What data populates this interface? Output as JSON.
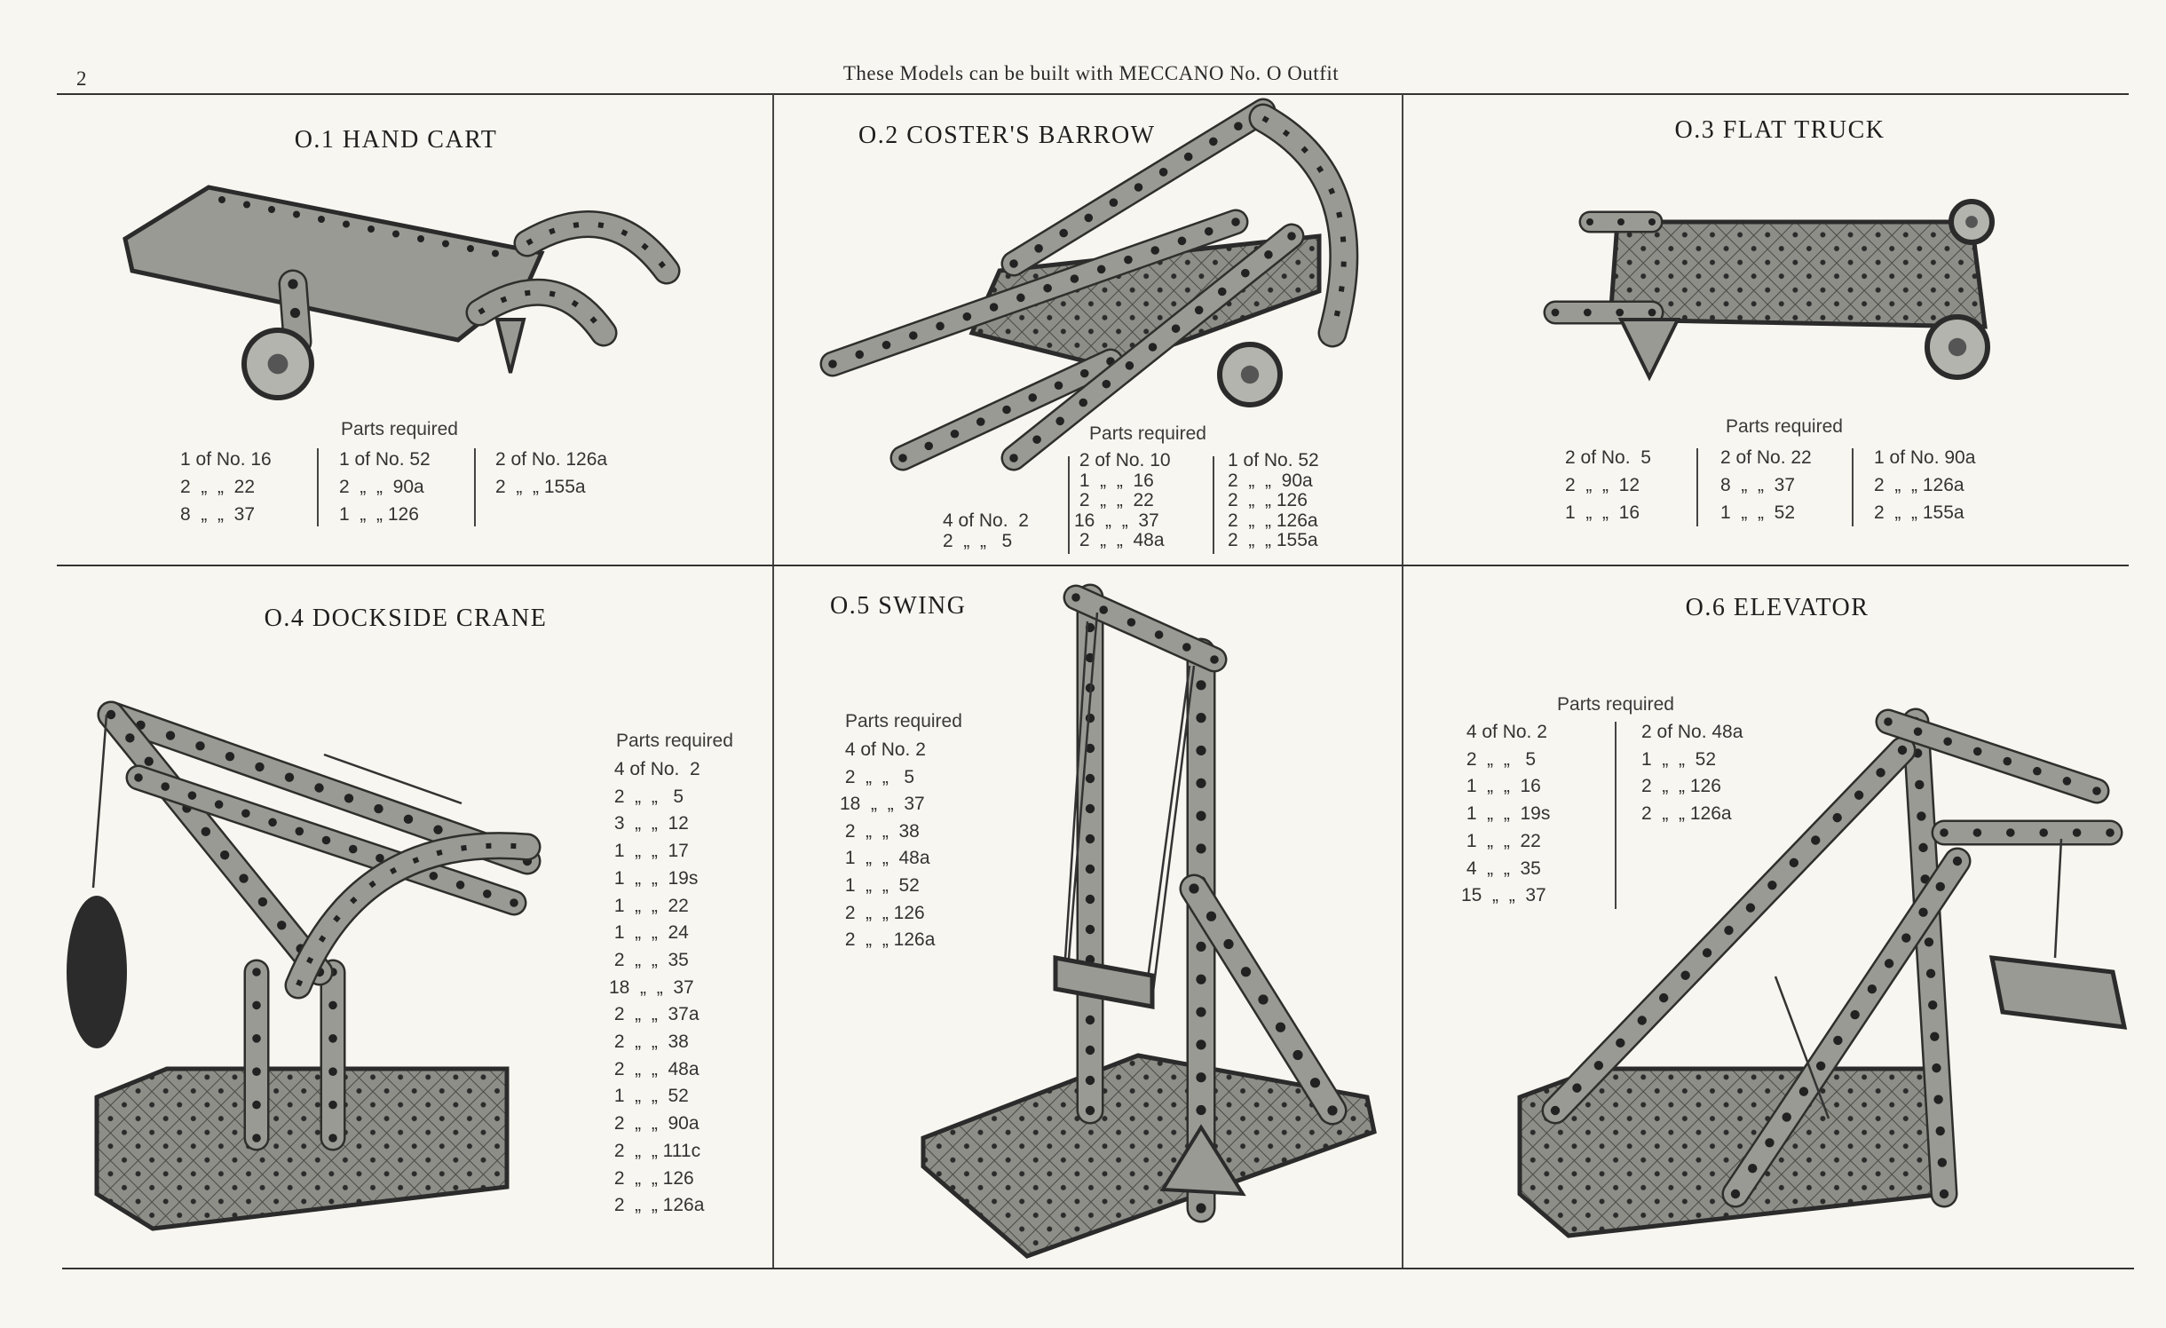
{
  "header": {
    "page_number": "2",
    "title": "These Models can be built with MECCANO No. O Outfit"
  },
  "models": [
    {
      "title": "O.1  HAND CART",
      "parts_label": "Parts required",
      "columns": [
        [
          "1 of No. 16",
          "2  „  „  22",
          "8  „  „  37"
        ],
        [
          "1 of No. 52",
          "2  „  „  90a",
          "1  „  „ 126"
        ],
        [
          "2 of No. 126a",
          "2  „  „ 155a"
        ]
      ]
    },
    {
      "title": "O.2  COSTER'S BARROW",
      "parts_label": "Parts required",
      "columns": [
        [
          "4 of No.  2",
          "2  „  „   5"
        ],
        [
          " 2 of No. 10",
          " 1  „  „  16",
          " 2  „  „  22",
          "16  „  „  37",
          " 2  „  „  48a"
        ],
        [
          "1 of No. 52",
          "2  „  „  90a",
          "2  „  „ 126",
          "2  „  „ 126a",
          "2  „  „ 155a"
        ]
      ]
    },
    {
      "title": "O.3  FLAT TRUCK",
      "parts_label": "Parts required",
      "columns": [
        [
          "2 of No.  5",
          "2  „  „  12",
          "1  „  „  16"
        ],
        [
          "2 of No. 22",
          "8  „  „  37",
          "1  „  „  52"
        ],
        [
          "1 of No. 90a",
          "2  „  „ 126a",
          "2  „  „ 155a"
        ]
      ]
    },
    {
      "title": "O.4  DOCKSIDE CRANE",
      "parts_label": "Parts required",
      "columns": [
        [
          " 4 of No.  2",
          " 2  „  „   5",
          " 3  „  „  12",
          " 1  „  „  17",
          " 1  „  „  19s",
          " 1  „  „  22",
          " 1  „  „  24",
          " 2  „  „  35",
          "18  „  „  37",
          " 2  „  „  37a",
          " 2  „  „  38",
          " 2  „  „  48a",
          " 1  „  „  52",
          " 2  „  „  90a",
          " 2  „  „ 111c",
          " 2  „  „ 126",
          " 2  „  „ 126a"
        ]
      ]
    },
    {
      "title": "O.5  SWING",
      "parts_label": "Parts required",
      "columns": [
        [
          " 4 of No. 2",
          " 2  „  „   5",
          "18  „  „  37",
          " 2  „  „  38",
          " 1  „  „  48a",
          " 1  „  „  52",
          " 2  „  „ 126",
          " 2  „  „ 126a"
        ]
      ]
    },
    {
      "title": "O.6  ELEVATOR",
      "parts_label": "Parts required",
      "columns": [
        [
          " 4 of No. 2",
          " 2  „  „   5",
          " 1  „  „  16",
          " 1  „  „  19s",
          " 1  „  „  22",
          " 4  „  „  35",
          "15  „  „  37"
        ],
        [
          "2 of No. 48a",
          "1  „  „  52",
          "2  „  „ 126",
          "2  „  „ 126a"
        ]
      ]
    }
  ],
  "colors": {
    "paper": "#f8f6f0",
    "metal": "#9a9a94",
    "ink": "#2a2a2a"
  }
}
